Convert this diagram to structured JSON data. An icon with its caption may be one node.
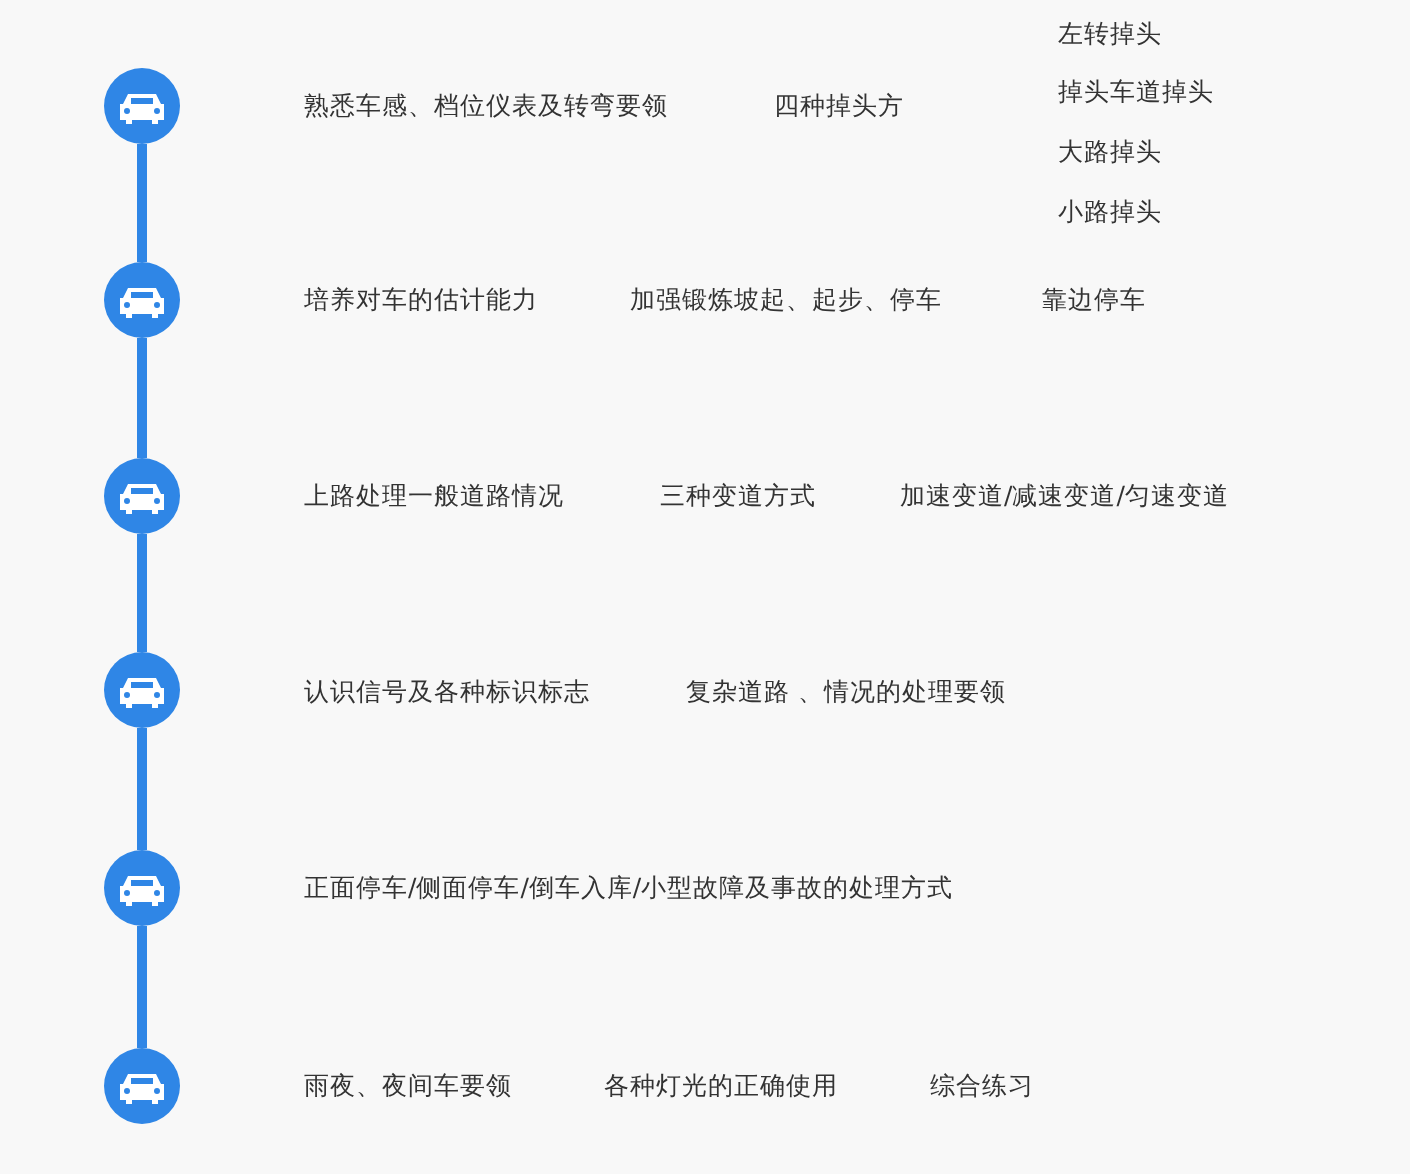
{
  "diagram": {
    "nodes": [
      {
        "text": [],
        "shape": "circle"
      },
      {
        "text": [],
        "shape": "circle"
      },
      {
        "text": [],
        "shape": "circle"
      },
      {
        "text": [],
        "shape": "circle"
      },
      {
        "text": [],
        "shape": "circle"
      },
      {
        "text": [],
        "shape": "circle"
      }
    ],
    "edges": [
      {
        "from": 0,
        "to": 1,
        "arrow": "none"
      },
      {
        "from": 1,
        "to": 2,
        "arrow": "none"
      },
      {
        "from": 2,
        "to": 3,
        "arrow": "none"
      },
      {
        "from": 3,
        "to": 4,
        "arrow": "none"
      },
      {
        "from": 4,
        "to": 5,
        "arrow": "none"
      }
    ],
    "labels": [
      "左转掉头",
      "熟悉车感、档位仪表及转弯要领",
      "四种掉头方",
      "掉头车道掉头",
      "大路掉头",
      "小路掉头",
      "培养对车的估计能力",
      "加强锻炼坡起、起步、停车",
      "靠边停车",
      "上路处理一般道路情况",
      "三种变道方式",
      "加速变道/减速变道/匀速变道",
      "认识信号及各种标识标志",
      "复杂道路 、情况的处理要领",
      "正面停车/侧面停车/倒车入库/小型故障及事故的处理方式",
      "雨夜、夜间车要领",
      "各种灯光的正确使用",
      "综合练习"
    ]
  }
}
